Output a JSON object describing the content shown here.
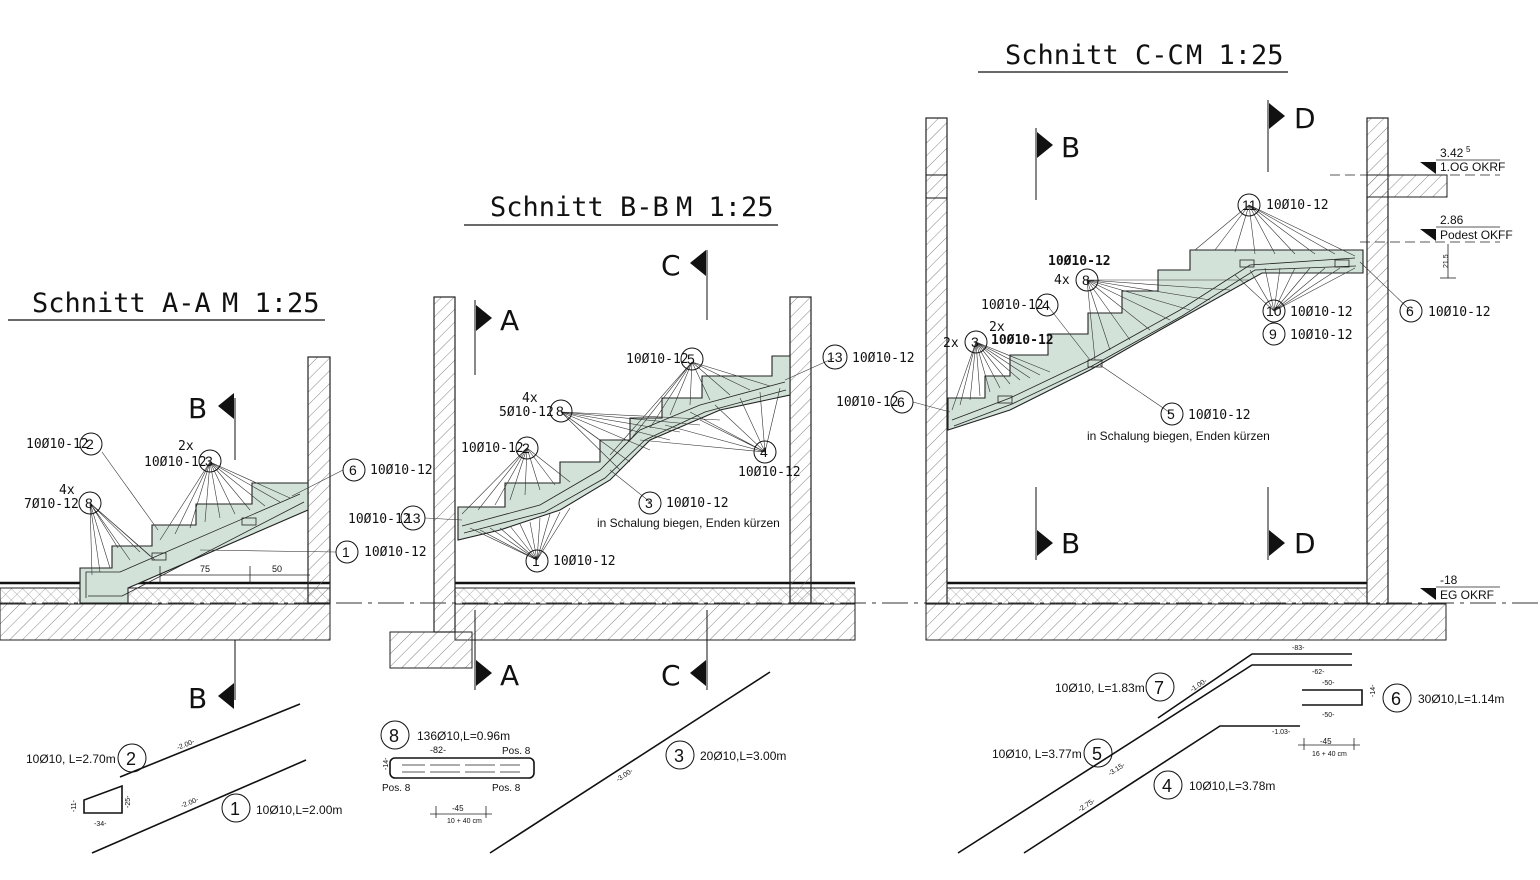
{
  "sections": {
    "aa": {
      "title": "Schnitt A-A",
      "scale": "M 1:25"
    },
    "bb": {
      "title": "Schnitt B-B",
      "scale": "M 1:25"
    },
    "cc": {
      "title": "Schnitt C-C",
      "scale": "M 1:25"
    }
  },
  "markers": {
    "a": "A",
    "b": "B",
    "c": "C",
    "d": "D"
  },
  "aa": {
    "c2": "2",
    "l2": "10Ø10-12",
    "c3": "3",
    "m3": "2x",
    "l3": "10Ø10-12",
    "c8": "8",
    "m8": "4x",
    "l8": "7Ø10-12",
    "c6": "6",
    "l6": "10Ø10-12",
    "c1": "1",
    "l1": "10Ø10-12",
    "dim75": "75",
    "dim50": "50"
  },
  "bb": {
    "c5": "5",
    "l5": "10Ø10-12",
    "c13": "13",
    "l13": "10Ø10-12",
    "c8": "8",
    "m8": "4x",
    "l8": "5Ø10-12",
    "c2": "2",
    "l2": "10Ø10-12",
    "c4": "4",
    "l4": "10Ø10-12",
    "c3": "3",
    "l3": "10Ø10-12",
    "note3": "in Schalung biegen, Enden kürzen",
    "c13b": "13",
    "l13b": "10Ø10-12",
    "c1": "1",
    "l1": "10Ø10-12"
  },
  "cc": {
    "c11": "11",
    "l11": "10Ø10-12",
    "l8top": "10Ø10-12",
    "m8": "4x",
    "c8": "8",
    "l4": "10Ø10-12",
    "c4": "4",
    "m3": "2x",
    "c3": "3",
    "l3": "10Ø10-12",
    "m3b": "2x",
    "c6": "6",
    "l6": "10Ø10-12",
    "c6r": "6",
    "l6r": "10Ø10-12",
    "c10": "10",
    "l10": "10Ø10-12",
    "c9": "9",
    "l9": "10Ø10-12",
    "c5": "5",
    "l5": "10Ø10-12",
    "note5": "in Schalung biegen, Enden kürzen"
  },
  "levels": {
    "og": {
      "value": "3.42",
      "sup": "5",
      "label": "1.OG OKRF"
    },
    "podest": {
      "value": "2.86",
      "label": "Podest OKFF"
    },
    "podest_dim": "21.5",
    "eg": {
      "value": "-18",
      "label": "EG OKRF"
    }
  },
  "bars": {
    "b2": {
      "num": "2",
      "text": "10Ø10, L=2.70m",
      "d1": "-2.00-",
      "d2": "-25-",
      "d3": "-34-",
      "d4": "-11-"
    },
    "b1": {
      "num": "1",
      "text": "10Ø10,L=2.00m",
      "d1": "-2.00-"
    },
    "b8": {
      "num": "8",
      "text": "136Ø10,L=0.96m",
      "pos1": "Pos. 8",
      "pos2": "Pos. 8",
      "pos3": "Pos. 8",
      "d1": "-82-",
      "d2": "-14-",
      "d3": "-45",
      "d4": "10 + 40 cm"
    },
    "b3": {
      "num": "3",
      "text": "20Ø10,L=3.00m",
      "d1": "-3.00-"
    },
    "b7": {
      "num": "7",
      "text": "10Ø10, L=1.83m",
      "d1": "-1.00-",
      "d2": "-83-"
    },
    "b6": {
      "num": "6",
      "text": "30Ø10,L=1.14m",
      "d1": "-62-",
      "d2": "-50-",
      "d3": "-14-",
      "d4": "-50-",
      "d5": "-45",
      "d6": "16 + 40 cm"
    },
    "b5": {
      "num": "5",
      "text": "10Ø10, L=3.77m",
      "d1": "-3.15-",
      "d2": "-1.03-"
    },
    "b4": {
      "num": "4",
      "text": "10Ø10,L=3.78m",
      "d1": "-2.75-"
    }
  }
}
